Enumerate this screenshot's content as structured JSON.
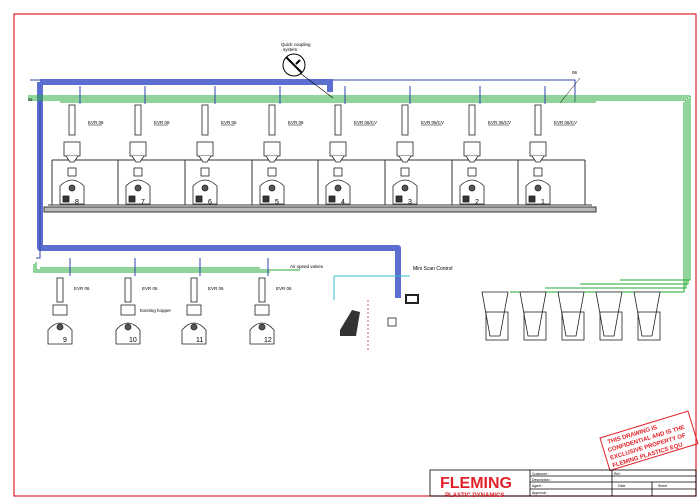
{
  "labels": {
    "quick_coupling": [
      "Quick coupling",
      "system"
    ],
    "evr_unit": "EVR 06",
    "evr_unit_cv": "EVR 06/CV",
    "air_speed_valves": "Air speed valves",
    "mini_scan": "Mini Scan Control",
    "existing_hopper": "Existing hopper",
    "line_tag_1": "06",
    "line_tag_2": "06"
  },
  "machines_top": [
    "8",
    "7",
    "6",
    "5",
    "4",
    "3",
    "2",
    "1"
  ],
  "machines_bottom": [
    "9",
    "10",
    "11",
    "12"
  ],
  "colors": {
    "border": "#e2222a",
    "blue_main": "#5a6fd0",
    "blue_line": "#3344aa",
    "green_line": "#22aa33",
    "cyan_line": "#33bbcc",
    "stamp": "#e2222a"
  },
  "stamp": {
    "lines": [
      "THIS DRAWING IS",
      "CONFIDENTIAL AND IS THE",
      "EXCLUSIVE PROPERTY OF",
      "FLEMING PLASTICS EQU"
    ]
  },
  "title_block": {
    "logo": "FLEMING",
    "logo_sub": "PLASTIC DYNAMICS",
    "fields": [
      "Customer :",
      "Description :",
      "Agent :",
      "Approval :"
    ],
    "ref_label": "Ref :",
    "date_label": "Date",
    "sheet_label": "Sheet"
  }
}
